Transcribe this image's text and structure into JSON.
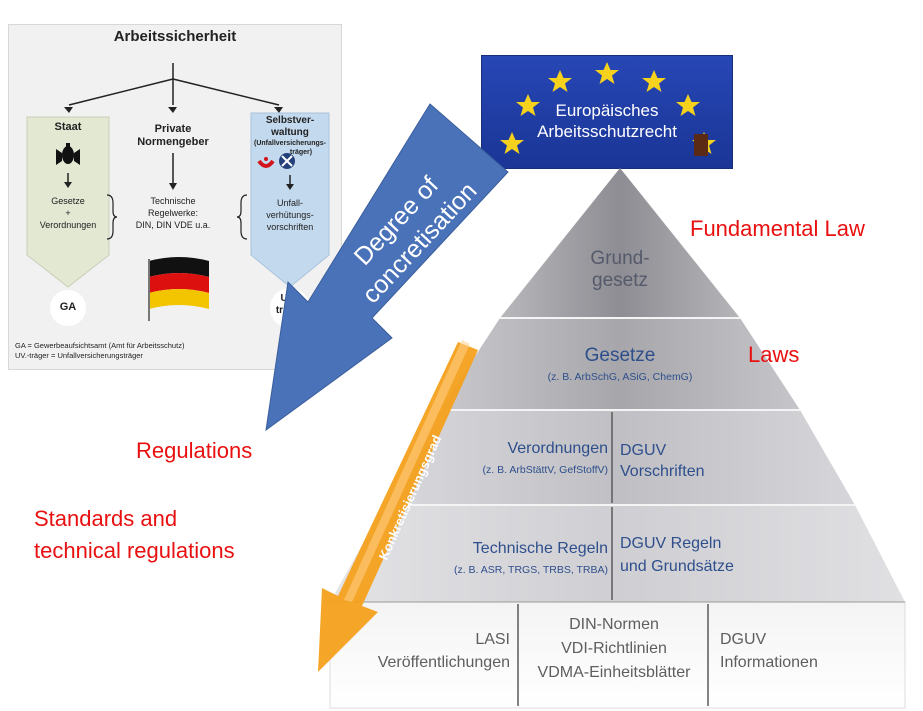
{
  "inset": {
    "title": "Arbeitssicherheit",
    "col_staat": "Staat",
    "col_private_1": "Private",
    "col_private_2": "Normengeber",
    "col_selbst_1": "Selbstver-",
    "col_selbst_2": "waltung",
    "col_selbst_3": "(Unfallversicherungs-",
    "col_selbst_4": "träger)",
    "staat_box_1": "Gesetze",
    "staat_box_2": "+",
    "staat_box_3": "Verordnungen",
    "private_box_1": "Technische",
    "private_box_2": "Regelwerke:",
    "private_box_3": "DIN, DIN VDE u.a.",
    "selbst_box_1": "Unfall-",
    "selbst_box_2": "verhütungs-",
    "selbst_box_3": "vorschriften",
    "badge_ga": "GA",
    "badge_uv_1": "UV.-",
    "badge_uv_2": "träger",
    "footnote_1": "GA = Gewerbeaufsichtsamt (Amt für Arbeitsschutz)",
    "footnote_2": "UV.-träger = Unfallversicherungsträger"
  },
  "eu_box": {
    "line1": "Europäisches",
    "line2": "Arbeitsschutzrecht"
  },
  "arrow_label": {
    "line1": "Degree of",
    "line2": "concretisation"
  },
  "orange_arrow_label": "Konkretisierungsgrad",
  "side_labels": {
    "fundamental_law": "Fundamental Law",
    "laws": "Laws",
    "regulations": "Regulations",
    "standards_1": "Standards and",
    "standards_2": "technical regulations"
  },
  "pyramid": {
    "grundgesetz_1": "Grund-",
    "grundgesetz_2": "gesetz",
    "gesetze": "Gesetze",
    "gesetze_sub": "(z. B. ArbSchG, ASiG, ChemG)",
    "verordnungen": "Verordnungen",
    "verordnungen_sub": "(z. B. ArbStättV, GefStoffV)",
    "dguv_vorschriften_1": "DGUV",
    "dguv_vorschriften_2": "Vorschriften",
    "technische_regeln": "Technische Regeln",
    "technische_regeln_sub": "(z. B. ASR, TRGS, TRBS, TRBA)",
    "dguv_regeln_1": "DGUV Regeln",
    "dguv_regeln_2": "und Grundsätze",
    "lasi_1": "LASI",
    "lasi_2": "Veröffentlichungen",
    "din_1": "DIN-Normen",
    "din_2": "VDI-Richtlinien",
    "din_3": "VDMA-Einheitsblätter",
    "dguv_info_1": "DGUV",
    "dguv_info_2": "Informationen"
  },
  "colors": {
    "label_red": "#e81010",
    "pyramid_text": "#2e4f8c",
    "eu_blue": "#1f3fa8",
    "star_yellow": "#f7d21c",
    "arrow_blue": "#4a72b8",
    "arrow_orange": "#f4a11c"
  }
}
